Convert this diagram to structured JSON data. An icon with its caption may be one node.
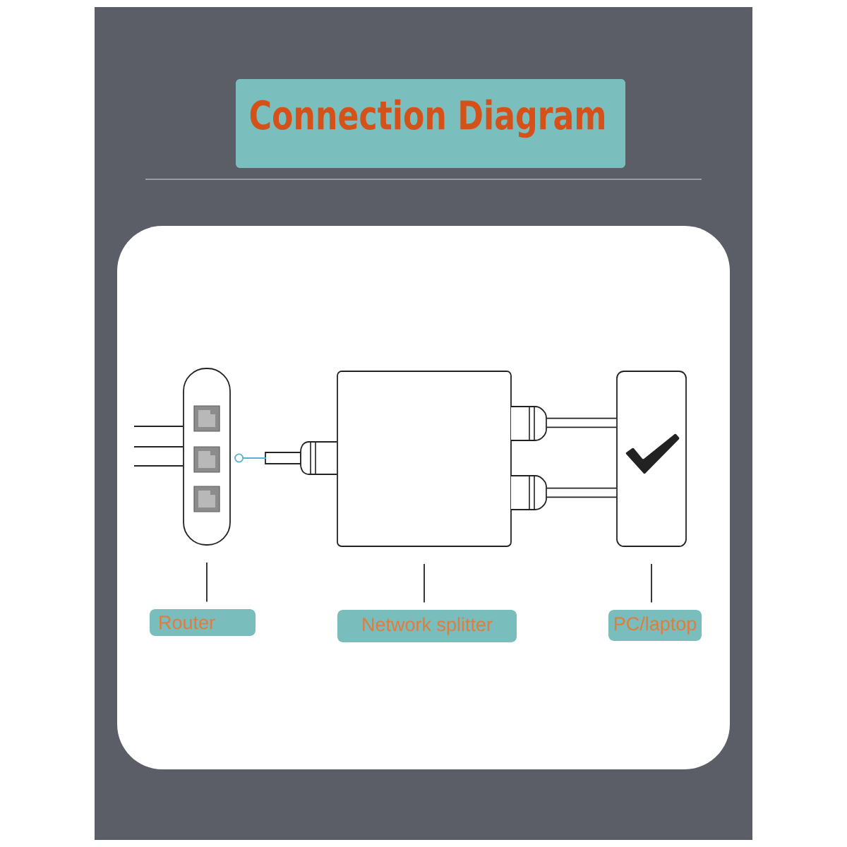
{
  "diagram": {
    "title": "Connection Diagram",
    "nodes": [
      {
        "text": [],
        "shape": "box"
      },
      {
        "text": [],
        "shape": "circle"
      },
      {
        "text": [],
        "shape": "box"
      },
      {
        "text": [],
        "shape": "box"
      },
      {
        "text": [
          "Router"
        ]
      },
      {
        "text": [
          "Network splitter"
        ]
      },
      {
        "text": [
          "PC/laptop"
        ]
      }
    ],
    "edges": [
      {
        "from": null,
        "to": 0,
        "arrow": "none"
      },
      {
        "from": null,
        "to": 0,
        "arrow": "none"
      },
      {
        "from": null,
        "to": 0,
        "arrow": "none"
      },
      {
        "from": 1,
        "to": 2,
        "arrow": "none",
        "color": "#5aaed0"
      },
      {
        "from": 2,
        "to": 3,
        "arrow": "none",
        "style": "thick"
      },
      {
        "from": 2,
        "to": 3,
        "arrow": "none",
        "style": "thick"
      },
      {
        "from": 4,
        "to": 0,
        "arrow": "none"
      },
      {
        "from": 5,
        "to": 2,
        "arrow": "none"
      },
      {
        "from": 6,
        "to": 3,
        "arrow": "none"
      }
    ]
  }
}
